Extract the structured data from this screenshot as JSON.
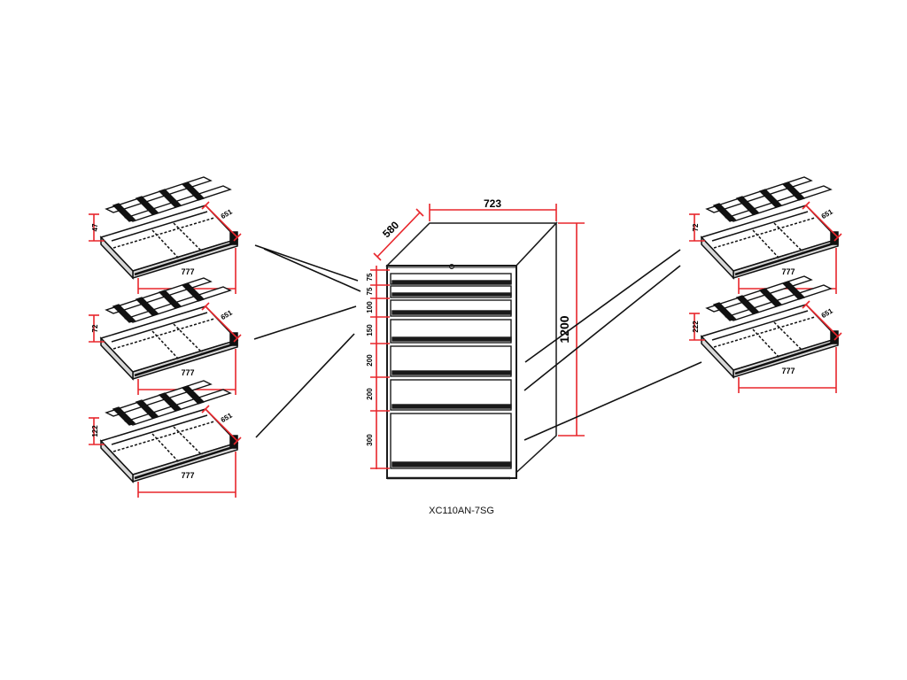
{
  "model_code": "XC110AN-7SG",
  "cabinet": {
    "width": "723",
    "depth": "580",
    "height": "1200",
    "drawer_heights": [
      "75",
      "75",
      "100",
      "150",
      "200",
      "200",
      "300"
    ]
  },
  "drawer_details": [
    {
      "height": "47",
      "depth": "651",
      "width": "777"
    },
    {
      "height": "72",
      "depth": "651",
      "width": "777"
    },
    {
      "height": "122",
      "depth": "651",
      "width": "777"
    },
    {
      "height": "72",
      "depth": "651",
      "width": "777"
    },
    {
      "height": "222",
      "depth": "651",
      "width": "777"
    }
  ],
  "colors": {
    "dimension_line": "#e8262c",
    "outline": "#1a1a1a",
    "divider": "#111111"
  }
}
